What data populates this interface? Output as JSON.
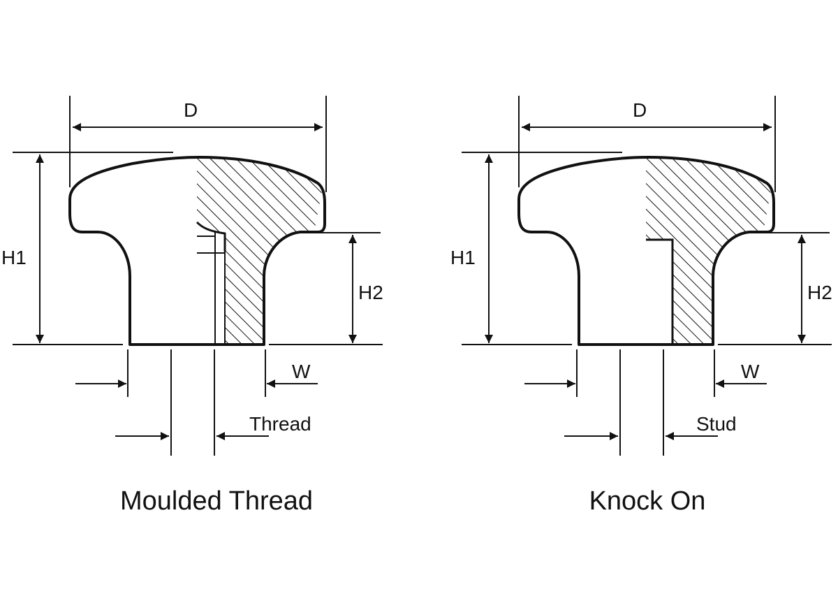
{
  "colors": {
    "ink": "#111111",
    "background": "#ffffff"
  },
  "diagrams": [
    {
      "caption": "Moulded Thread",
      "labels": {
        "diameter": "D",
        "height1": "H1",
        "height2": "H2",
        "width": "W",
        "bore": "Thread"
      }
    },
    {
      "caption": "Knock On",
      "labels": {
        "diameter": "D",
        "height1": "H1",
        "height2": "H2",
        "width": "W",
        "bore": "Stud"
      }
    }
  ]
}
